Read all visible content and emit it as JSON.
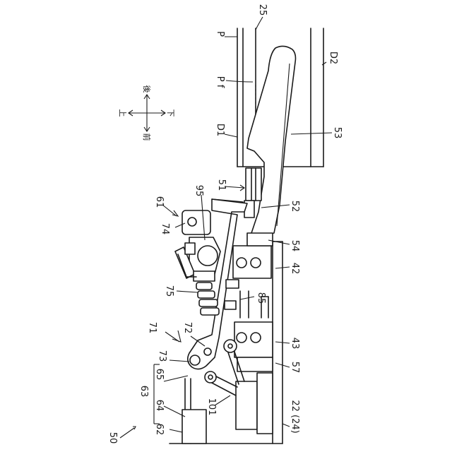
{
  "figure": {
    "labels": {
      "n50": "50",
      "n62": "62",
      "n64": "64",
      "n63": "63",
      "n65": "65",
      "n101": "101",
      "n73": "73",
      "n72": "72",
      "n71": "71",
      "n75": "75",
      "n74": "74",
      "n61": "61",
      "n95": "95",
      "n85": "85",
      "n51": "51",
      "n52": "52",
      "n54": "54",
      "n42": "42",
      "n43": "43",
      "n57": "57",
      "n22": "22 (24)",
      "n53": "53",
      "nD1": "D1",
      "nD2": "D2",
      "nPf": "P f",
      "nP": "P",
      "n25": "25"
    },
    "directions": {
      "up": "上",
      "down": "下",
      "front": "前",
      "rear": "後"
    }
  }
}
